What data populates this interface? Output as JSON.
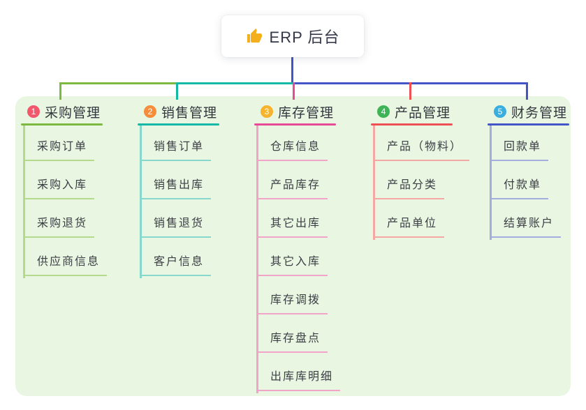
{
  "root": {
    "title": "ERP 后台",
    "icon": "thumbs-up-icon",
    "icon_color": "#f3b01c",
    "connector_color": "#4355c7"
  },
  "panel": {
    "background": "#e9f6e2"
  },
  "branches": [
    {
      "index": "1",
      "label": "采购管理",
      "badge_color": "#f2586c",
      "line_color": "#7cb93f",
      "light_color": "#b4da8d",
      "children": [
        "采购订单",
        "采购入库",
        "采购退货",
        "供应商信息"
      ]
    },
    {
      "index": "2",
      "label": "销售管理",
      "badge_color": "#f68d3a",
      "line_color": "#14b8a6",
      "light_color": "#86d8cd",
      "children": [
        "销售订单",
        "销售出库",
        "销售退货",
        "客户信息"
      ]
    },
    {
      "index": "3",
      "label": "库存管理",
      "badge_color": "#f6b42e",
      "line_color": "#e84a97",
      "light_color": "#f2a3c8",
      "children": [
        "仓库信息",
        "产品库存",
        "其它出库",
        "其它入库",
        "库存调拨",
        "库存盘点",
        "出库库明细"
      ]
    },
    {
      "index": "4",
      "label": "产品管理",
      "badge_color": "#3fb456",
      "line_color": "#ef5053",
      "light_color": "#f5a8a3",
      "children": [
        "产品（物料）",
        "产品分类",
        "产品单位"
      ]
    },
    {
      "index": "5",
      "label": "财务管理",
      "badge_color": "#3aaede",
      "line_color": "#4355c7",
      "light_color": "#a3aede",
      "children": [
        "回款单",
        "付款单",
        "结算账户"
      ]
    }
  ]
}
